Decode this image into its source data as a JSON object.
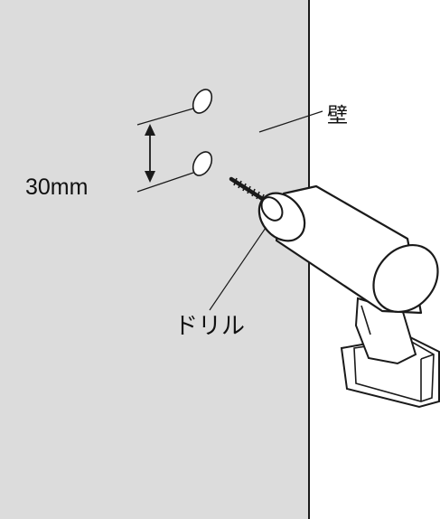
{
  "labels": {
    "dimension": "30mm",
    "wall": "壁",
    "drill": "ドリル"
  },
  "colors": {
    "wall_fill": "#dcdcdc",
    "line": "#1a1a1a",
    "drill_body": "#ffffff",
    "background": "#ffffff"
  }
}
